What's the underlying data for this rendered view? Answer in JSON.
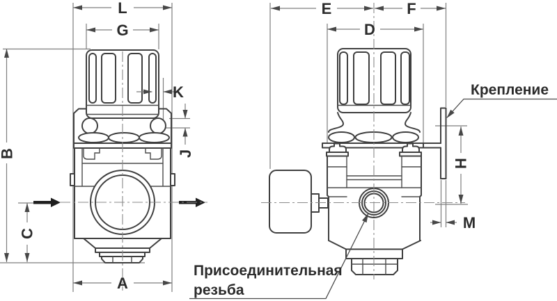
{
  "front_view": {
    "labels": {
      "L": "L",
      "G": "G",
      "K": "K",
      "J": "J",
      "B": "B",
      "C": "C",
      "A": "A"
    }
  },
  "side_view": {
    "labels": {
      "E": "E",
      "F": "F",
      "D": "D",
      "H": "H",
      "M": "M"
    }
  },
  "callouts": {
    "mounting": "Крепление",
    "connection_thread_line1": "Присоединительная",
    "connection_thread_line2": "резьба"
  },
  "colors": {
    "outline": "#3f3f3f",
    "dimension_lines": "#7d7d7d",
    "text": "#2b2b2b",
    "background": "#ffffff"
  }
}
